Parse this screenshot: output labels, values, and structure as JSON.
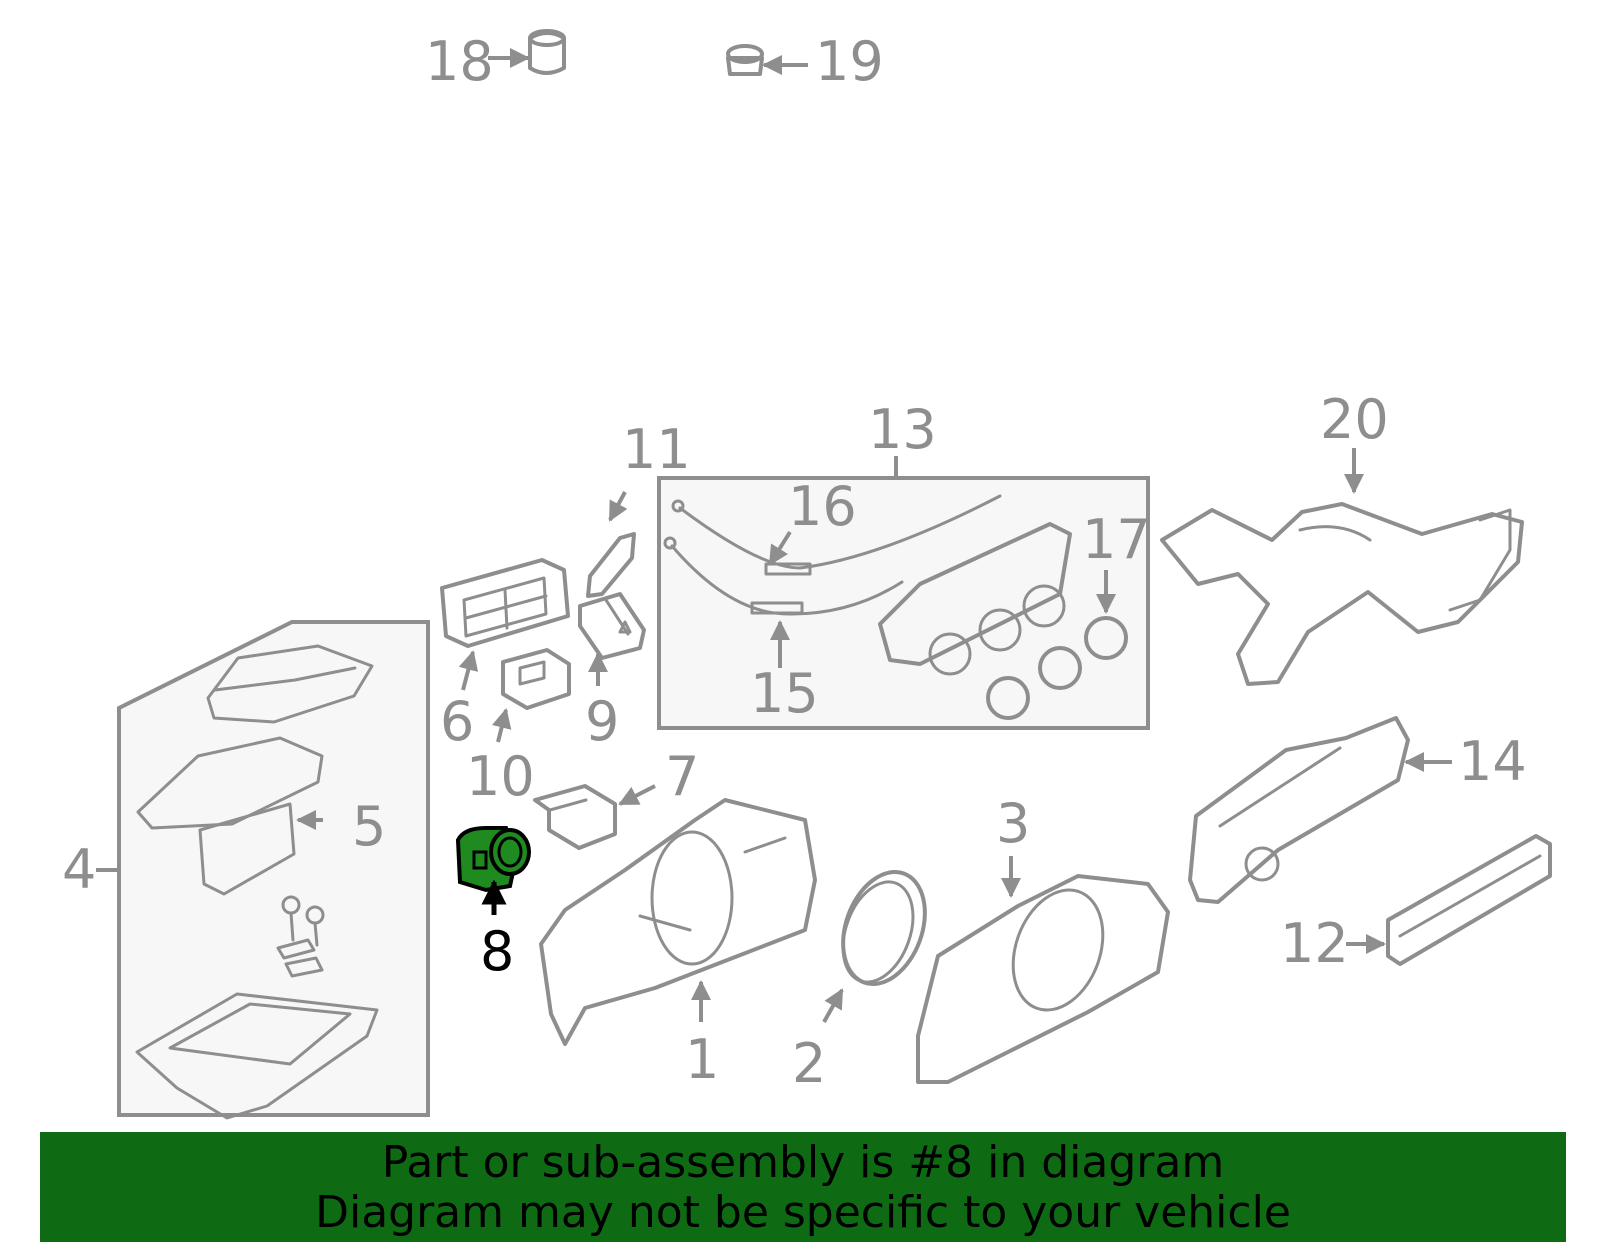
{
  "diagram": {
    "highlight_color": "#1f8a1f",
    "line_color": "#8e8e8e",
    "labels": {
      "p1": "1",
      "p2": "2",
      "p3": "3",
      "p4": "4",
      "p5": "5",
      "p6": "6",
      "p7": "7",
      "p8": "8",
      "p9": "9",
      "p10": "10",
      "p11": "11",
      "p12": "12",
      "p13": "13",
      "p14": "14",
      "p15": "15",
      "p16": "16",
      "p17": "17",
      "p18": "18",
      "p19": "19",
      "p20": "20"
    },
    "highlighted_part": "8"
  },
  "banner": {
    "color": "#0e6b14",
    "line1": "Part or sub-assembly is #8 in diagram",
    "line2": "Diagram may not be specific to your vehicle"
  }
}
